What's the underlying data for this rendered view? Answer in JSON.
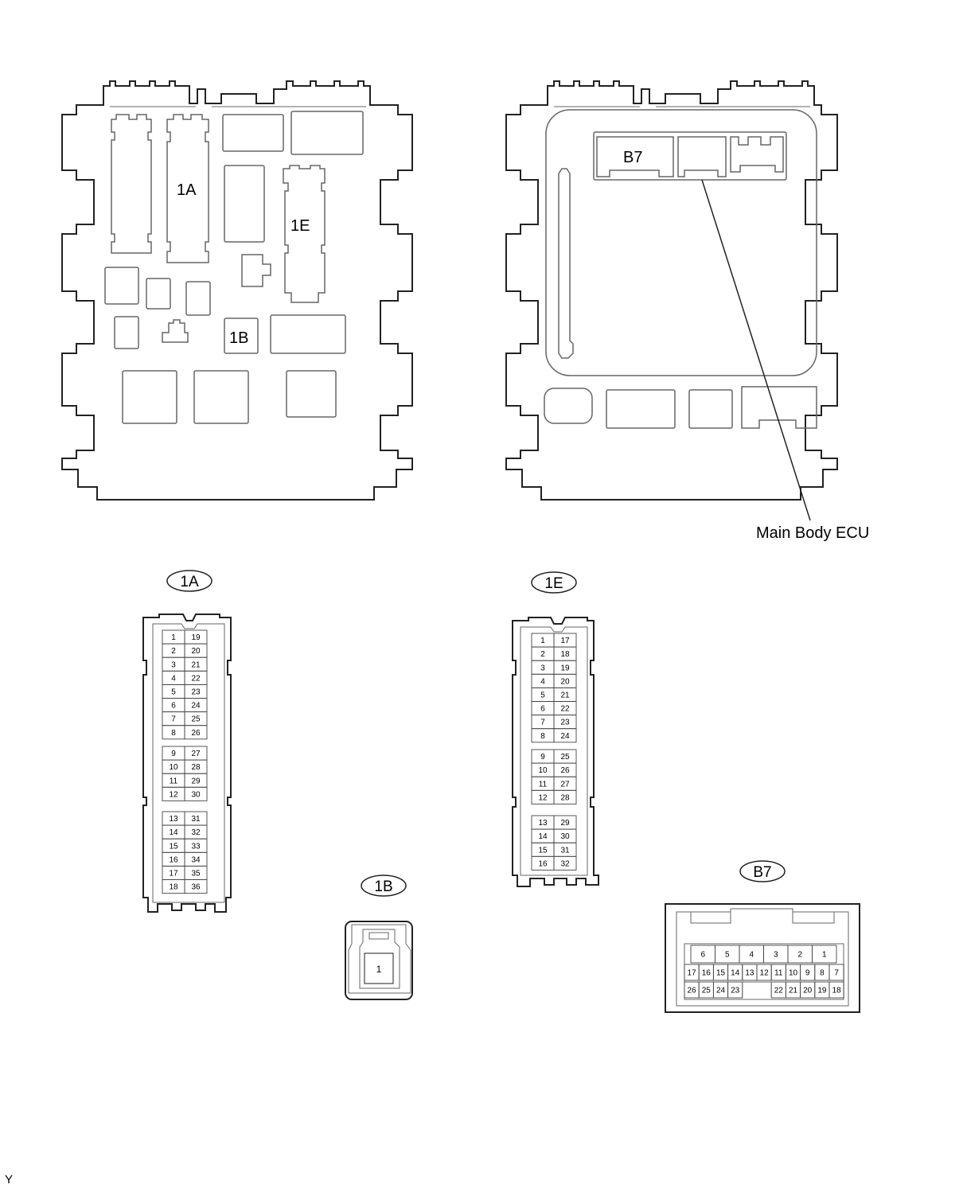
{
  "colors": {
    "line": "#222222",
    "thin": "#666666",
    "background": "#ffffff"
  },
  "block_left": {
    "labels": [
      "1A",
      "1E",
      "1B"
    ]
  },
  "block_right": {
    "labels": [
      "B7"
    ],
    "callout": "Main Body ECU"
  },
  "connectors": {
    "c1A": {
      "tag": "1A",
      "groups": [
        {
          "rows": [
            [
              "1",
              "19"
            ],
            [
              "2",
              "20"
            ],
            [
              "3",
              "21"
            ],
            [
              "4",
              "22"
            ],
            [
              "5",
              "23"
            ],
            [
              "6",
              "24"
            ],
            [
              "7",
              "25"
            ],
            [
              "8",
              "26"
            ]
          ]
        },
        {
          "rows": [
            [
              "9",
              "27"
            ],
            [
              "10",
              "28"
            ],
            [
              "11",
              "29"
            ],
            [
              "12",
              "30"
            ]
          ]
        },
        {
          "rows": [
            [
              "13",
              "31"
            ],
            [
              "14",
              "32"
            ],
            [
              "15",
              "33"
            ],
            [
              "16",
              "34"
            ],
            [
              "17",
              "35"
            ],
            [
              "18",
              "36"
            ]
          ]
        }
      ]
    },
    "c1E": {
      "tag": "1E",
      "groups": [
        {
          "rows": [
            [
              "1",
              "17"
            ],
            [
              "2",
              "18"
            ],
            [
              "3",
              "19"
            ],
            [
              "4",
              "20"
            ],
            [
              "5",
              "21"
            ],
            [
              "6",
              "22"
            ],
            [
              "7",
              "23"
            ],
            [
              "8",
              "24"
            ]
          ]
        },
        {
          "rows": [
            [
              "9",
              "25"
            ],
            [
              "10",
              "26"
            ],
            [
              "11",
              "27"
            ],
            [
              "12",
              "28"
            ]
          ]
        },
        {
          "rows": [
            [
              "13",
              "29"
            ],
            [
              "14",
              "30"
            ],
            [
              "15",
              "31"
            ],
            [
              "16",
              "32"
            ]
          ]
        }
      ]
    },
    "c1B": {
      "tag": "1B",
      "pin": "1"
    },
    "cB7": {
      "tag": "B7",
      "top": [
        "6",
        "5",
        "4",
        "3",
        "2",
        "1"
      ],
      "middle": [
        "17",
        "16",
        "15",
        "14",
        "13",
        "12",
        "11",
        "10",
        "9",
        "8",
        "7"
      ],
      "bottom_left": [
        "26",
        "25",
        "24",
        "23"
      ],
      "bottom_right": [
        "22",
        "21",
        "20",
        "19",
        "18"
      ]
    }
  },
  "corner_mark": "Y"
}
